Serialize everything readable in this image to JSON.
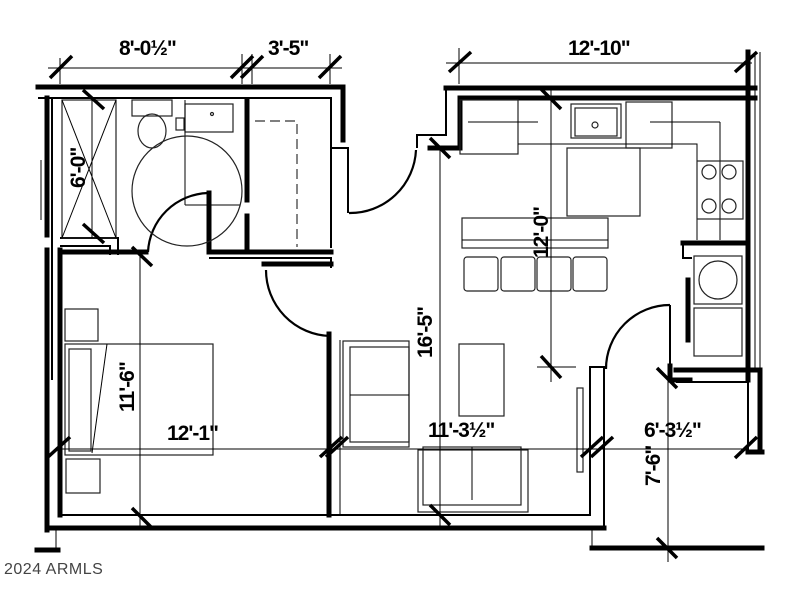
{
  "floor_plan": {
    "dimensions": {
      "bath_width": "8'-0½\"",
      "closet_width": "3'-5\"",
      "kitchen_width": "12'-10\"",
      "bath_depth": "6'-0\"",
      "kitchen_depth": "12'-0\"",
      "living_depth": "16'-5\"",
      "bedroom_depth": "11'-6\"",
      "bedroom_width": "12'-1\"",
      "living_width": "11'-3½\"",
      "entry_width": "6'-3½\"",
      "entry_depth": "7'-6\""
    },
    "rooms": [
      "bathroom",
      "closet",
      "kitchen",
      "bedroom",
      "living room",
      "laundry",
      "entry"
    ],
    "colors": {
      "walls": "#000000",
      "background": "#ffffff"
    }
  },
  "footer": {
    "copyright": "2024 ARMLS"
  }
}
